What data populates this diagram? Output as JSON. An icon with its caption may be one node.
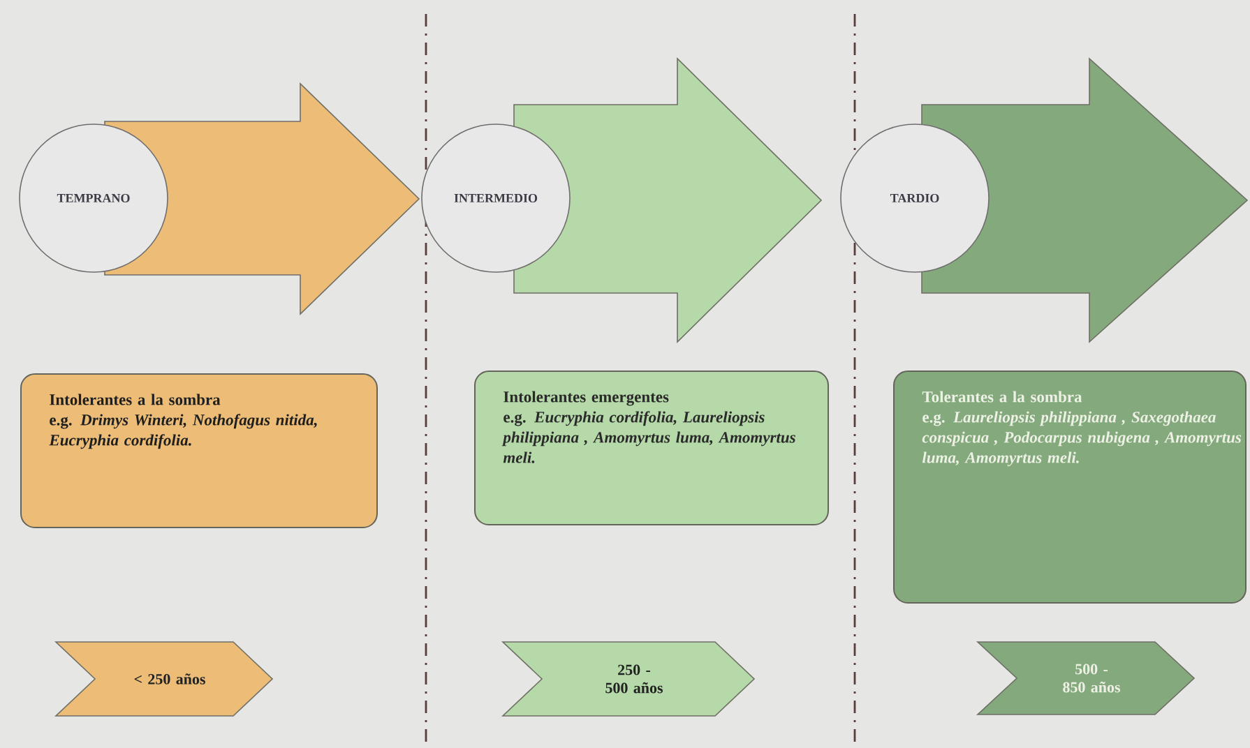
{
  "diagram": {
    "nodes": [
      {
        "text": [],
        "shape": "arrow"
      },
      {
        "text": [
          "TEMPRANO"
        ]
      },
      {
        "text": [],
        "shape": "arrow"
      },
      {
        "text": [
          "INTERMEDIO"
        ]
      },
      {
        "text": [],
        "shape": "arrow"
      },
      {
        "text": [
          "TARDIO"
        ]
      },
      {
        "text": [
          "Intolerantes a la sombra",
          "e.g. *Drimys Winteri, Nothofagus nitida, Eucryphia cordifolia.*"
        ]
      },
      {
        "text": [
          "Intolerantes emergentes",
          "e.g. *Eucryphia cordifolia, Laureliopsis philippiana , Amomyrtus luma, Amomyrtus meli.*"
        ]
      },
      {
        "text": [
          "Tolerantes a la sombra",
          "e.g. *Laureliopsis philippiana , Saxegothaea conspicua , Podocarpus nubigena , Amomyrtus luma, Amomyrtus meli.*"
        ]
      },
      {
        "text": [
          "< 250 años"
        ]
      },
      {
        "text": [
          "250 - 500 años"
        ]
      },
      {
        "text": [
          "500 - 850 años"
        ]
      }
    ]
  }
}
